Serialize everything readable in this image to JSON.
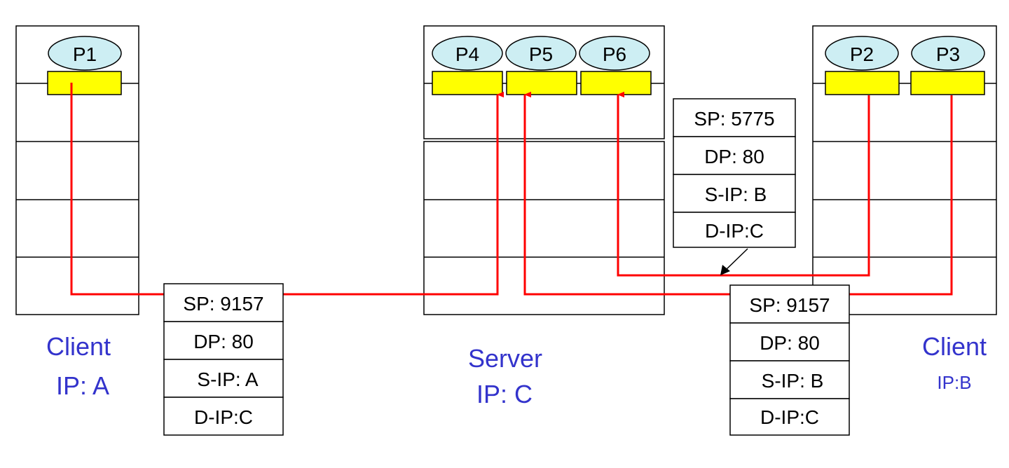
{
  "hosts": {
    "client_a": {
      "label_line1": "Client",
      "label_line2": "IP: A",
      "processes": [
        "P1"
      ]
    },
    "server_c": {
      "label_line1": "Server",
      "label_line2": "IP: C",
      "processes": [
        "P4",
        "P5",
        "P6"
      ]
    },
    "client_b": {
      "label_line1": "Client",
      "label_line2": "IP:B",
      "processes": [
        "P2",
        "P3"
      ]
    }
  },
  "segments": {
    "from_a": [
      "SP: 9157",
      "DP: 80",
      "S-IP: A",
      "D-IP:C"
    ],
    "from_b_p2": [
      "SP: 5775",
      "DP: 80",
      "S-IP: B",
      "D-IP:C"
    ],
    "from_b_p3": [
      "SP: 9157",
      "DP: 80",
      "S-IP: B",
      "D-IP:C"
    ]
  },
  "colors": {
    "process_fill": "#cdeef3",
    "socket_fill": "#ffff00",
    "path_line": "#ff0000",
    "host_label": "#3333cc"
  }
}
